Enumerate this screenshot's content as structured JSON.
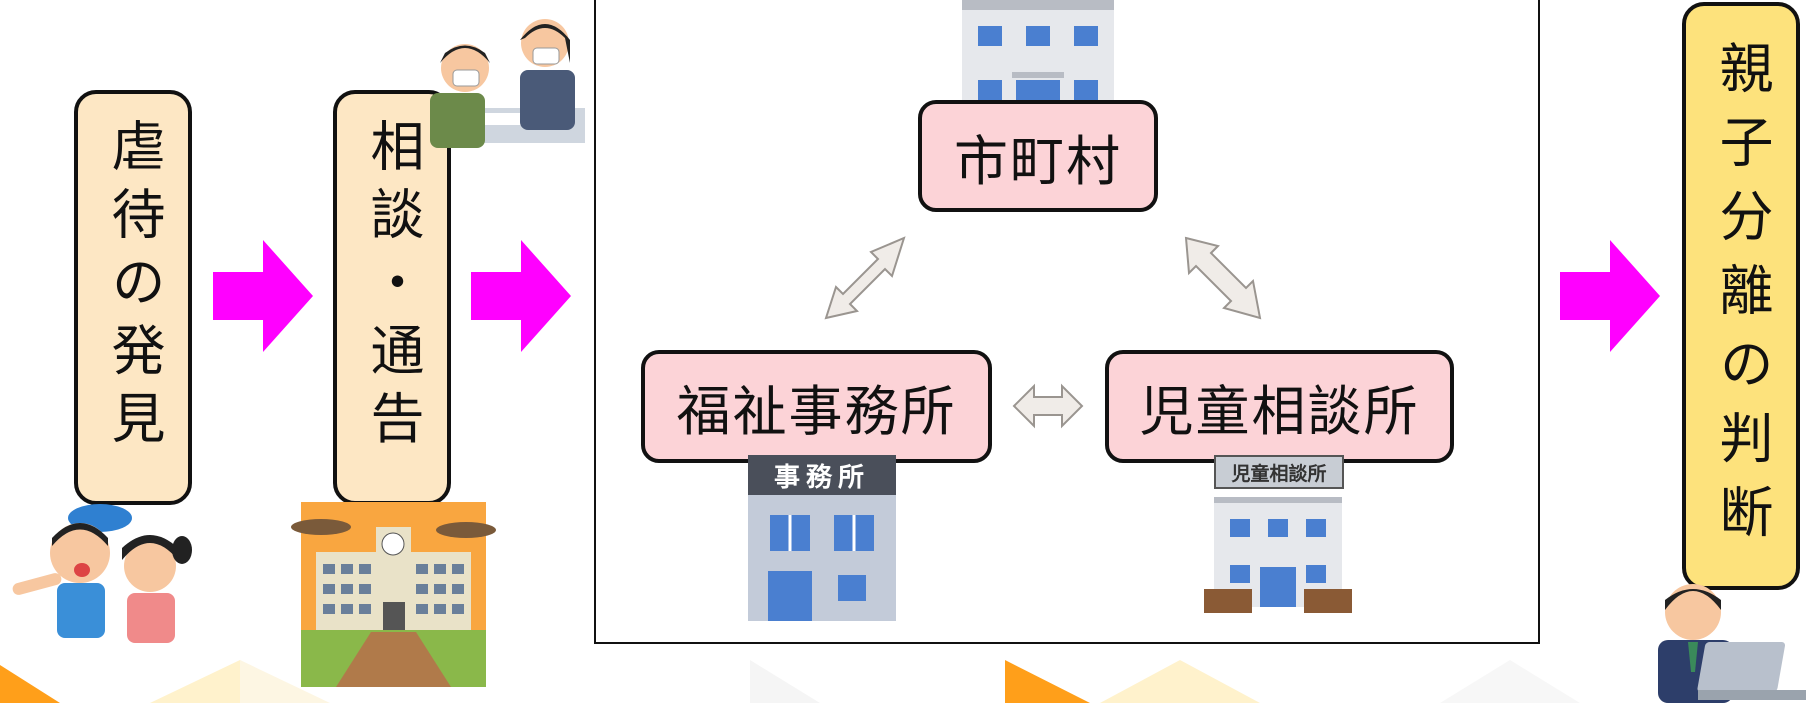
{
  "flow": {
    "discovery": "虐待の発見",
    "consultation": "相談・通告",
    "judgment": "親子分離の判断"
  },
  "agencies": {
    "municipality": "市町村",
    "welfare_office": "福祉事務所",
    "child_guidance": "児童相談所"
  },
  "signs": {
    "welfare_office_sign": "事務所",
    "child_guidance_sign": "児童相談所"
  },
  "colors": {
    "arrow": "#ff00ff",
    "box_fill": "#fde7c4",
    "judgment_fill": "#fde27c",
    "agency_fill": "#fcd3d7",
    "footer_orange": "#ff9f1a"
  }
}
